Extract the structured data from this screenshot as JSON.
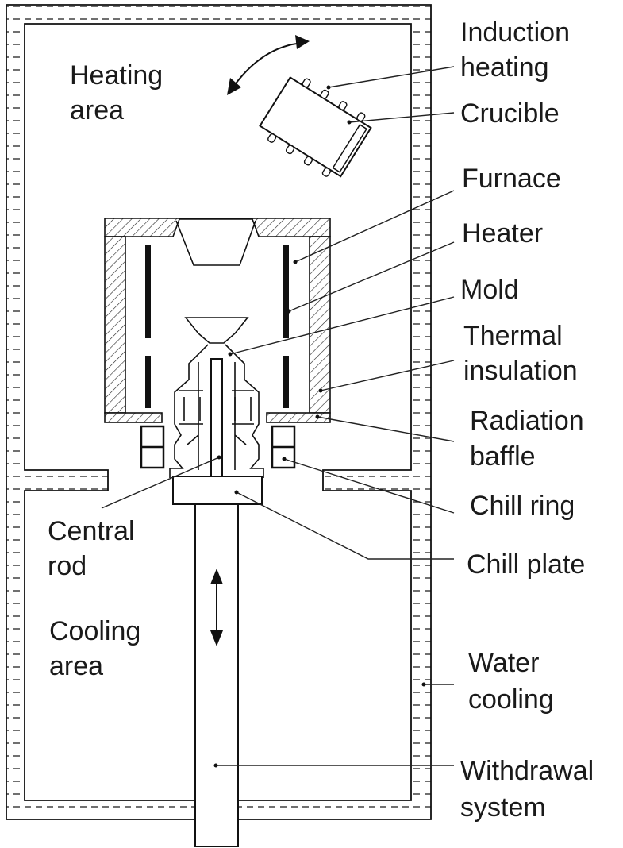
{
  "labels": {
    "induction_heating": [
      "Induction",
      "heating"
    ],
    "crucible": "Crucible",
    "furnace": "Furnace",
    "heater": "Heater",
    "mold": "Mold",
    "thermal_insulation": [
      "Thermal",
      "insulation"
    ],
    "radiation_baffle": [
      "Radiation",
      "baffle"
    ],
    "chill_ring": "Chill ring",
    "chill_plate": "Chill plate",
    "central_rod": [
      "Central",
      "rod"
    ],
    "cooling_area": [
      "Cooling",
      "area"
    ],
    "heating_area": [
      "Heating",
      "area"
    ],
    "water_cooling": [
      "Water",
      "cooling"
    ],
    "withdrawal_system": [
      "Withdrawal",
      "system"
    ]
  }
}
